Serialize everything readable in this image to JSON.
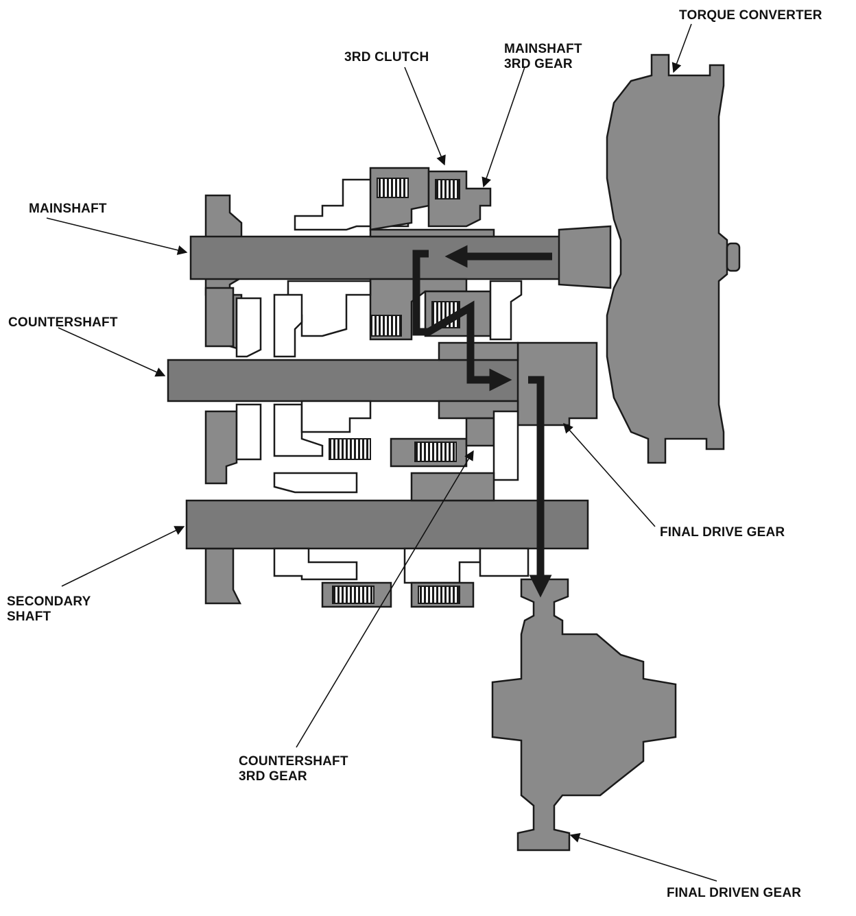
{
  "diagram": {
    "labels": {
      "torque_converter": "TORQUE CONVERTER",
      "third_clutch": "3RD CLUTCH",
      "mainshaft_3rd_gear_line1": "MAINSHAFT",
      "mainshaft_3rd_gear_line2": "3RD GEAR",
      "mainshaft": "MAINSHAFT",
      "countershaft": "COUNTERSHAFT",
      "secondary_shaft_line1": "SECONDARY",
      "secondary_shaft_line2": "SHAFT",
      "final_drive_gear": "FINAL DRIVE GEAR",
      "countershaft_3rd_gear_line1": "COUNTERSHAFT",
      "countershaft_3rd_gear_line2": "3RD GEAR",
      "final_driven_gear": "FINAL DRIVEN GEAR"
    },
    "colors": {
      "component_fill": "#8a8a8a",
      "shaft_fill": "#7a7a7a",
      "outline": "#1a1a1a",
      "power_flow": "#1a1a1a",
      "background": "#ffffff"
    }
  }
}
